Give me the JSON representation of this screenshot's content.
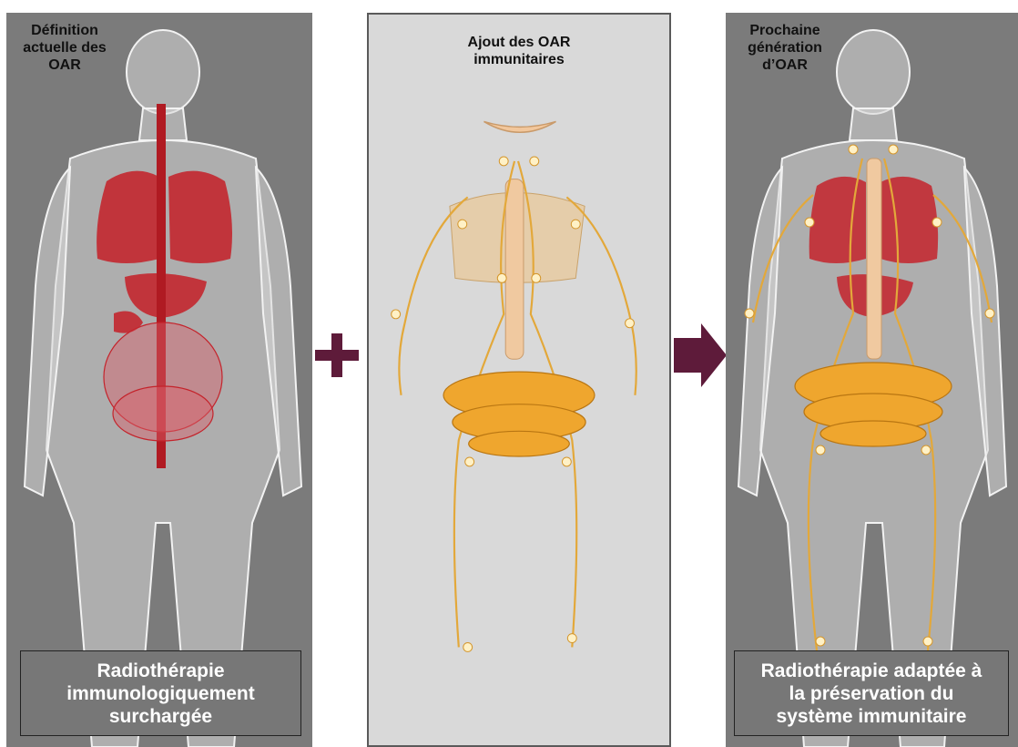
{
  "panels": {
    "left": {
      "title": "Définition\nactuelle des\nOAR",
      "caption": "Radiothérapie\nimmunologiquement\nsurchargée"
    },
    "middle": {
      "title": "Ajout des OAR\nimmunitaires"
    },
    "right": {
      "title": "Prochaine\ngénération\nd’OAR",
      "caption": "Radiothérapie adaptée à\nla préservation du\nsystème immunitaire"
    }
  },
  "symbols": {
    "plus": "plus-sign",
    "arrow": "right-arrow"
  },
  "colors": {
    "panel_dark": "#7b7b7b",
    "panel_light": "#d9d9d9",
    "operator": "#5e1b3a",
    "organ_red": "#c4232b",
    "lymph_gold": "#e3a83a"
  }
}
